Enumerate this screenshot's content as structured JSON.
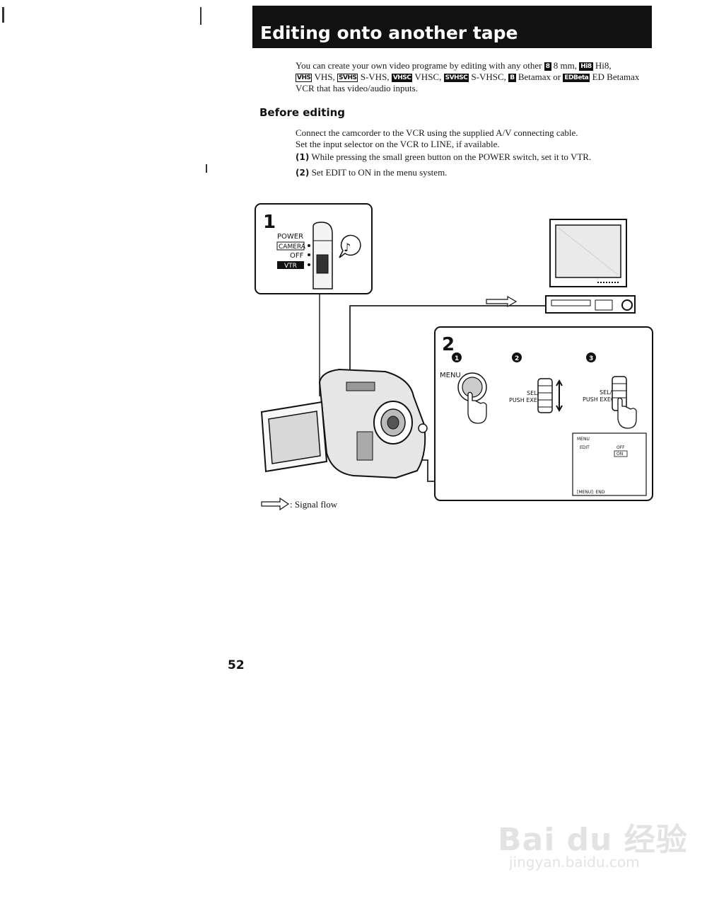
{
  "header": {
    "title": "Editing onto another tape"
  },
  "intro": {
    "text1": "You can create your own video programe by editing with any other",
    "logo_8mm": "8",
    "text2": "8 mm,",
    "logo_hi8": "Hi8",
    "text3": "Hi8,",
    "logo_vhs": "VHS",
    "text4": "VHS,",
    "logo_svhs": "SVHS",
    "text5": "S-VHS,",
    "logo_vhsc": "VHSC",
    "text6": "VHSC,",
    "logo_svhsc": "SVHSC",
    "text7": "S-VHSC,",
    "logo_beta": "B",
    "text8": "Betamax or",
    "logo_edbeta": "EDBeta",
    "text9": "ED Betamax",
    "text10": "VCR that has video/audio inputs."
  },
  "section": {
    "heading": "Before editing",
    "line1": "Connect the camcorder to the VCR using the supplied A/V connecting cable.",
    "line2": "Set the input selector on the VCR to LINE, if available.",
    "step1_num": "(1)",
    "step1_text": "While pressing the small green button on the POWER switch, set it to VTR.",
    "step2_num": "(2)",
    "step2_text": "Set EDIT to ON in the menu system."
  },
  "figure": {
    "panel1": {
      "number": "1",
      "power_label": "POWER",
      "camera_label": "CAMERA",
      "off_label": "OFF",
      "vtr_label": "VTR"
    },
    "panel2": {
      "number": "2",
      "sub1": "1",
      "sub2": "2",
      "sub3": "3",
      "menu_label": "MENU",
      "dial_label_a1": "SEL/",
      "dial_label_a2": "PUSH EXEC",
      "dial_label_b1": "SEL/",
      "dial_label_b2": "PUSH EXEC",
      "screen_title": "MENU",
      "screen_item": "EDIT",
      "screen_off": "OFF",
      "screen_on": "ON",
      "screen_footer": "[MENU]: END"
    },
    "signal_flow": ": Signal flow"
  },
  "page_number": "52",
  "watermark": {
    "main": "Bai du 经验",
    "sub": "jingyan.baidu.com"
  }
}
